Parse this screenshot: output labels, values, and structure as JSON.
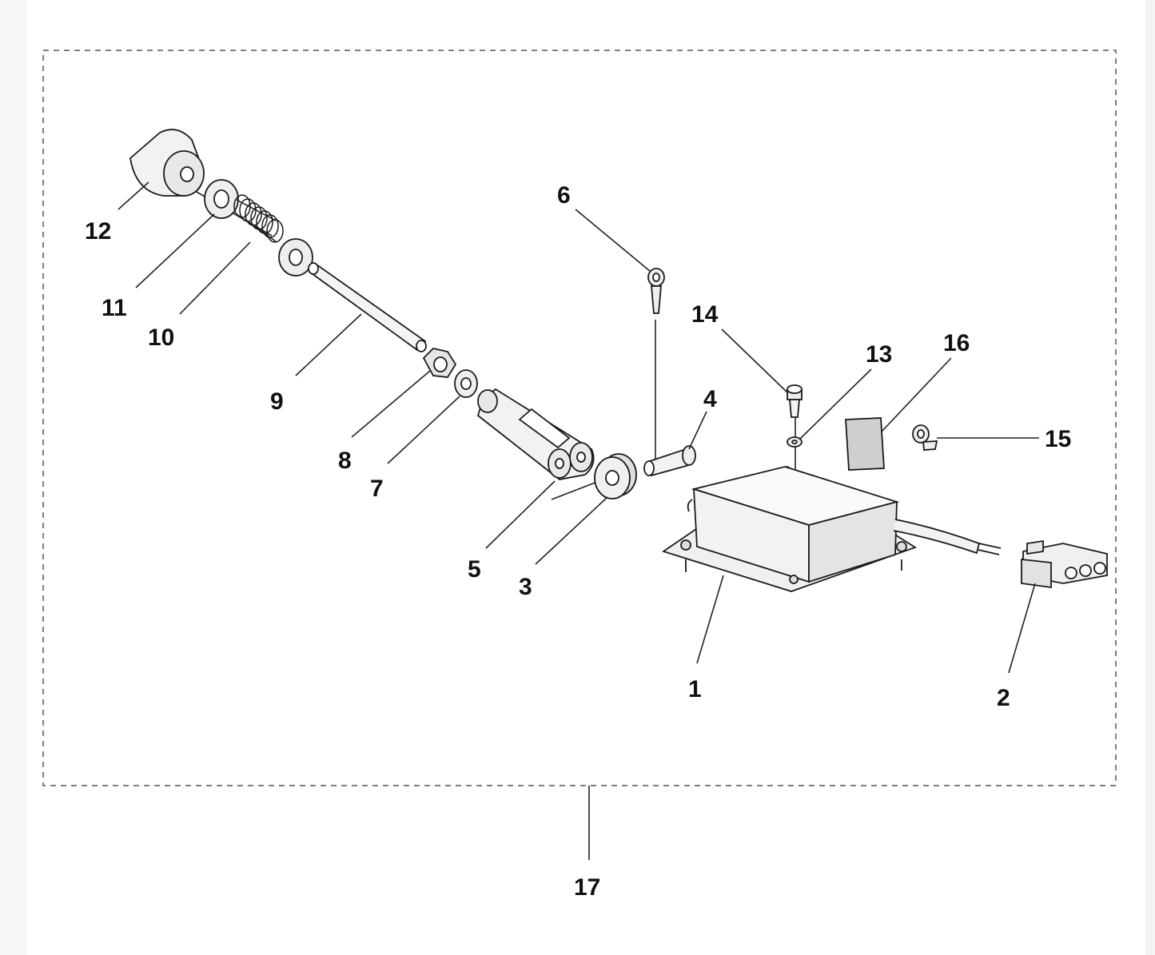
{
  "diagram": {
    "labels": {
      "p1": "1",
      "p2": "2",
      "p3": "3",
      "p4": "4",
      "p5": "5",
      "p6": "6",
      "p7": "7",
      "p8": "8",
      "p9": "9",
      "p10": "10",
      "p11": "11",
      "p12": "12",
      "p13": "13",
      "p14": "14",
      "p15": "15",
      "p16": "16",
      "p17": "17"
    },
    "colors": {
      "line": "#222222",
      "part_fill": "#f2f2f2",
      "part_shade": "#c9c9c9"
    }
  }
}
